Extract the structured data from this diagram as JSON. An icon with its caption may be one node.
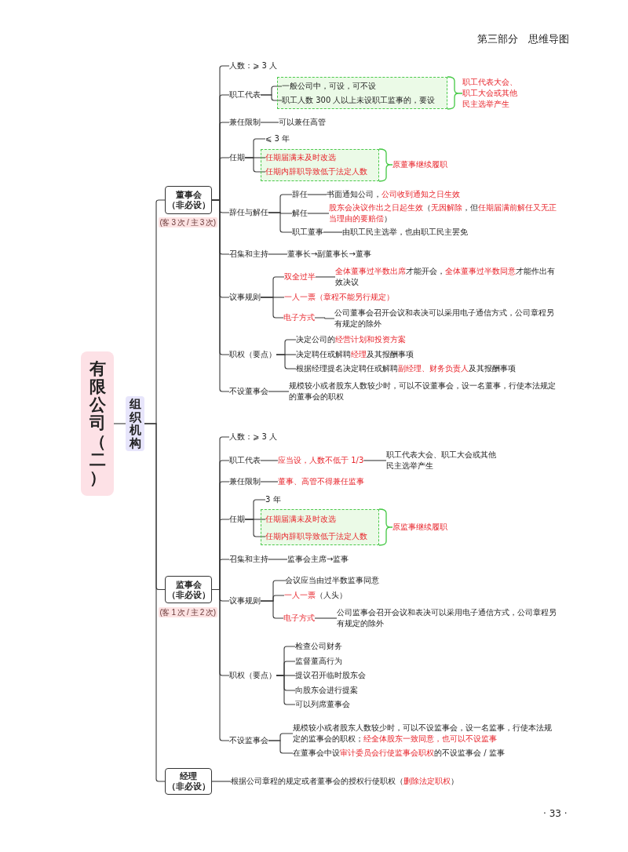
{
  "diagram": {
    "nodes": [
      {
        "text": [
          "有限公司（二）"
        ]
      },
      {
        "text": [
          "组织机构"
        ]
      },
      {
        "text": [
          "董事会",
          "（非必设）"
        ],
        "beside": [
          "(客 3 次 / 主 3 次)"
        ]
      },
      {
        "text": [
          "人数：⩾ 3 人"
        ]
      },
      {
        "text": [
          "职工代表"
        ]
      },
      {
        "text": [],
        "shape": "box"
      },
      {
        "text": [
          "一般公司中，可设，可不设"
        ],
        "in": 5
      },
      {
        "text": [
          "职工人数 300 人以上未设职工监事的，要设"
        ],
        "in": 5
      },
      {
        "text": [
          "职工代表大会、职工大会或其他民主选举产生"
        ]
      },
      {
        "text": [
          "兼任限制"
        ]
      },
      {
        "text": [
          "可以兼任高管"
        ]
      },
      {
        "text": [
          "任期"
        ]
      },
      {
        "text": [
          "⩽ 3 年"
        ]
      },
      {
        "text": [],
        "shape": "box"
      },
      {
        "text": [
          "任期届满未及时改选"
        ],
        "in": 13
      },
      {
        "text": [
          "任期内辞职导致低于法定人数"
        ],
        "in": 13
      },
      {
        "text": [
          "原董事继续履职"
        ]
      },
      {
        "text": [
          "辞任与解任"
        ]
      },
      {
        "text": [
          "辞任"
        ]
      },
      {
        "text": [
          "书面通知公司，**公司收到通知之日生效**"
        ]
      },
      {
        "text": [
          "解任"
        ]
      },
      {
        "text": [
          "**股东会决议作出之日起生效**（**无因解除**，但**任期届满前解任又无正当理由的要赔偿**）"
        ]
      },
      {
        "text": [
          "职工董事"
        ]
      },
      {
        "text": [
          "由职工民主选举，也由职工民主罢免"
        ]
      },
      {
        "text": [
          "召集和主持"
        ]
      },
      {
        "text": [
          "董事长→副董事长→董事"
        ]
      },
      {
        "text": [
          "议事规则"
        ]
      },
      {
        "text": [
          "双全过半"
        ]
      },
      {
        "text": [
          "**全体董事过半数出席**才能开会，**全体董事过半数同意**才能作出有效决议"
        ]
      },
      {
        "text": [
          "一人一票（章程不能另行规定）"
        ]
      },
      {
        "text": [
          "电子方式"
        ]
      },
      {
        "text": [
          "公司董事会召开会议和表决可以采用电子通信方式，公司章程另有规定的除外"
        ]
      },
      {
        "text": [
          "职权（要点）"
        ]
      },
      {
        "text": [
          "决定公司的**经营计划和投资方案**"
        ]
      },
      {
        "text": [
          "决定聘任或解聘**经理**及其报酬事项"
        ]
      },
      {
        "text": [
          "根据经理提名决定聘任或解聘**副经理、财务负责人**及其报酬事项"
        ]
      },
      {
        "text": [
          "不设董事会"
        ]
      },
      {
        "text": [
          "规模较小或者股东人数较少时，可以不设董事会，设一名董事，行使本法规定的董事会的职权"
        ]
      },
      {
        "text": [
          "监事会",
          "（非必设）"
        ],
        "beside": [
          "(客 1 次 / 主 2 次)"
        ]
      },
      {
        "text": [
          "人数：⩾ 3 人"
        ]
      },
      {
        "text": [
          "职工代表"
        ]
      },
      {
        "text": [
          "应当设，人数不低于 1/3"
        ]
      },
      {
        "text": [
          "职工代表大会、职工大会或其他民主选举产生"
        ]
      },
      {
        "text": [
          "兼任限制"
        ]
      },
      {
        "text": [
          "董事、高管不得兼任监事"
        ]
      },
      {
        "text": [
          "任期"
        ]
      },
      {
        "text": [
          "3 年"
        ]
      },
      {
        "text": [],
        "shape": "box"
      },
      {
        "text": [
          "任期届满未及时改选"
        ],
        "in": 47
      },
      {
        "text": [
          "任期内辞职导致低于法定人数"
        ],
        "in": 47
      },
      {
        "text": [
          "原监事继续履职"
        ]
      },
      {
        "text": [
          "召集和主持"
        ]
      },
      {
        "text": [
          "监事会主席→监事"
        ]
      },
      {
        "text": [
          "议事规则"
        ]
      },
      {
        "text": [
          "会议应当由过半数监事同意"
        ]
      },
      {
        "text": [
          "**一人一票**（人头）"
        ]
      },
      {
        "text": [
          "电子方式"
        ]
      },
      {
        "text": [
          "公司监事会召开会议和表决可以采用电子通信方式，公司章程另有规定的除外"
        ]
      },
      {
        "text": [
          "职权（要点）"
        ]
      },
      {
        "text": [
          "检查公司财务"
        ]
      },
      {
        "text": [
          "监督董高行为"
        ]
      },
      {
        "text": [
          "提议召开临时股东会"
        ]
      },
      {
        "text": [
          "向股东会进行提案"
        ]
      },
      {
        "text": [
          "可以列席董事会"
        ]
      },
      {
        "text": [
          "不设监事会"
        ]
      },
      {
        "text": [
          "规模较小或者股东人数较少时，可以不设监事会，设一名监事，行使本法规定的监事会的职权；**经全体股东一致同意，也可以不设监事**"
        ]
      },
      {
        "text": [
          "在董事会中设**审计委员会行使监事会职权**的不设监事会 / 监事"
        ]
      },
      {
        "text": [
          "经理",
          "（非必设）"
        ]
      },
      {
        "text": [
          "根据公司章程的规定或者董事会的授权行使职权（**删除法定职权**）"
        ]
      }
    ],
    "edges": [
      {
        "from": 0,
        "to": 1,
        "arrow": "none"
      },
      {
        "from": 1,
        "to": 2,
        "arrow": "none"
      },
      {
        "from": 1,
        "to": 38,
        "arrow": "none"
      },
      {
        "from": 1,
        "to": 67,
        "arrow": "none"
      },
      {
        "from": 2,
        "to": 3,
        "arrow": "none"
      },
      {
        "from": 2,
        "to": 4,
        "arrow": "none"
      },
      {
        "from": 2,
        "to": 9,
        "arrow": "none"
      },
      {
        "from": 2,
        "to": 11,
        "arrow": "none"
      },
      {
        "from": 2,
        "to": 17,
        "arrow": "none"
      },
      {
        "from": 2,
        "to": 24,
        "arrow": "none"
      },
      {
        "from": 2,
        "to": 26,
        "arrow": "none"
      },
      {
        "from": 2,
        "to": 32,
        "arrow": "none"
      },
      {
        "from": 2,
        "to": 36,
        "arrow": "none"
      },
      {
        "from": 4,
        "to": 6,
        "arrow": "none"
      },
      {
        "from": 4,
        "to": 7,
        "arrow": "none"
      },
      {
        "from": 5,
        "to": 8,
        "arrow": "none",
        "color": "#44c844"
      },
      {
        "from": 9,
        "to": 10,
        "arrow": "none"
      },
      {
        "from": 11,
        "to": 12,
        "arrow": "none"
      },
      {
        "from": 11,
        "to": 14,
        "arrow": "none"
      },
      {
        "from": 11,
        "to": 15,
        "arrow": "none"
      },
      {
        "from": 13,
        "to": 16,
        "arrow": "none",
        "color": "#44c844"
      },
      {
        "from": 17,
        "to": 18,
        "arrow": "none"
      },
      {
        "from": 17,
        "to": 20,
        "arrow": "none"
      },
      {
        "from": 17,
        "to": 22,
        "arrow": "none"
      },
      {
        "from": 18,
        "to": 19,
        "arrow": "none"
      },
      {
        "from": 20,
        "to": 21,
        "arrow": "none"
      },
      {
        "from": 22,
        "to": 23,
        "arrow": "none"
      },
      {
        "from": 24,
        "to": 25,
        "arrow": "none"
      },
      {
        "from": 26,
        "to": 27,
        "arrow": "none"
      },
      {
        "from": 26,
        "to": 29,
        "arrow": "none"
      },
      {
        "from": 26,
        "to": 30,
        "arrow": "none"
      },
      {
        "from": 27,
        "to": 28,
        "arrow": "none"
      },
      {
        "from": 30,
        "to": 31,
        "arrow": "none"
      },
      {
        "from": 32,
        "to": 33,
        "arrow": "none"
      },
      {
        "from": 32,
        "to": 34,
        "arrow": "none"
      },
      {
        "from": 32,
        "to": 35,
        "arrow": "none"
      },
      {
        "from": 36,
        "to": 37,
        "arrow": "none"
      },
      {
        "from": 38,
        "to": 39,
        "arrow": "none"
      },
      {
        "from": 38,
        "to": 40,
        "arrow": "none"
      },
      {
        "from": 38,
        "to": 43,
        "arrow": "none"
      },
      {
        "from": 38,
        "to": 45,
        "arrow": "none"
      },
      {
        "from": 38,
        "to": 51,
        "arrow": "none"
      },
      {
        "from": 38,
        "to": 53,
        "arrow": "none"
      },
      {
        "from": 38,
        "to": 58,
        "arrow": "none"
      },
      {
        "from": 38,
        "to": 64,
        "arrow": "none"
      },
      {
        "from": 40,
        "to": 41,
        "arrow": "none"
      },
      {
        "from": 41,
        "to": 42,
        "arrow": "none"
      },
      {
        "from": 43,
        "to": 44,
        "arrow": "none"
      },
      {
        "from": 45,
        "to": 46,
        "arrow": "none"
      },
      {
        "from": 45,
        "to": 48,
        "arrow": "none"
      },
      {
        "from": 45,
        "to": 49,
        "arrow": "none"
      },
      {
        "from": 47,
        "to": 50,
        "arrow": "none",
        "color": "#44c844"
      },
      {
        "from": 51,
        "to": 52,
        "arrow": "none"
      },
      {
        "from": 53,
        "to": 54,
        "arrow": "none"
      },
      {
        "from": 53,
        "to": 55,
        "arrow": "none"
      },
      {
        "from": 53,
        "to": 56,
        "arrow": "none"
      },
      {
        "from": 56,
        "to": 57,
        "arrow": "none"
      },
      {
        "from": 58,
        "to": 59,
        "arrow": "none"
      },
      {
        "from": 58,
        "to": 60,
        "arrow": "none"
      },
      {
        "from": 58,
        "to": 61,
        "arrow": "none"
      },
      {
        "from": 58,
        "to": 62,
        "arrow": "none"
      },
      {
        "from": 58,
        "to": 63,
        "arrow": "none"
      },
      {
        "from": 64,
        "to": 65,
        "arrow": "none"
      },
      {
        "from": 64,
        "to": 66,
        "arrow": "none"
      },
      {
        "from": 67,
        "to": 68,
        "arrow": "none"
      }
    ],
    "labels": [
      "第三部分　思维导图",
      "· 33 ·"
    ]
  }
}
